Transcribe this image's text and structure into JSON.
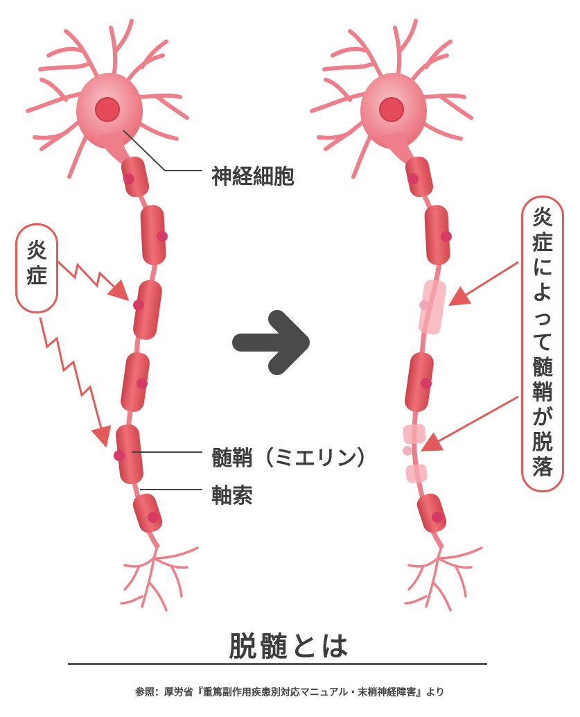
{
  "labels": {
    "cell_body": "神経細胞",
    "myelin": "髄鞘（ミエリン）",
    "axon": "軸索"
  },
  "callout_left": {
    "text": "炎症"
  },
  "callout_right": {
    "text": "炎症によって髄鞘が脱落"
  },
  "title": "脱髄とは",
  "reference": "参照：厚労省『重篤副作用疾患別対応マニュアル・末梢神経障害』より",
  "colors": {
    "neuron": "#ee7f8a",
    "neuron_light": "#f6b3ba",
    "myelin": "#e4575f",
    "myelin_dark": "#c23c44",
    "node": "#d63b66",
    "callout_border": "#e25a5a",
    "arrow": "#4a4a4a"
  }
}
